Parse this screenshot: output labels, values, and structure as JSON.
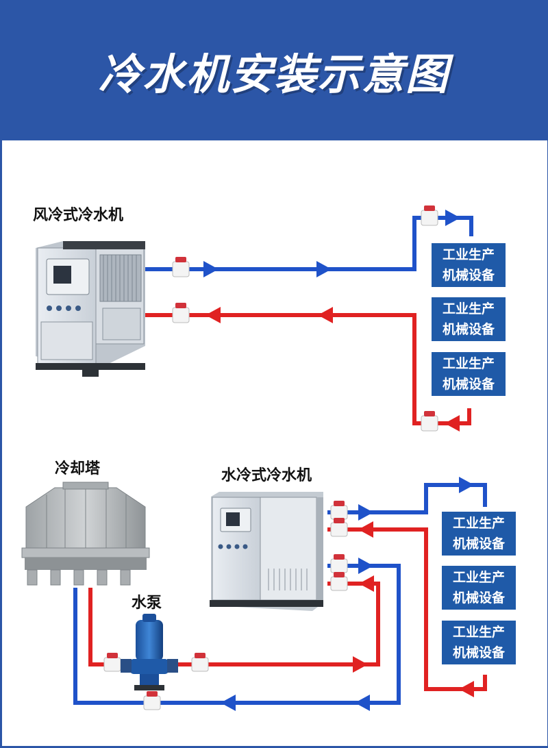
{
  "title": "冷水机安装示意图",
  "labels": {
    "air_chiller": "风冷式冷水机",
    "water_chiller": "水冷式冷水机",
    "cooling_tower": "冷却塔",
    "pump": "水泵"
  },
  "equipment_label": "工业生产\n机械设备",
  "colors": {
    "header": "#2c56a7",
    "supply_pipe": "#1f52c9",
    "return_pipe": "#e02222",
    "equipment_box": "#1f5aa8"
  }
}
